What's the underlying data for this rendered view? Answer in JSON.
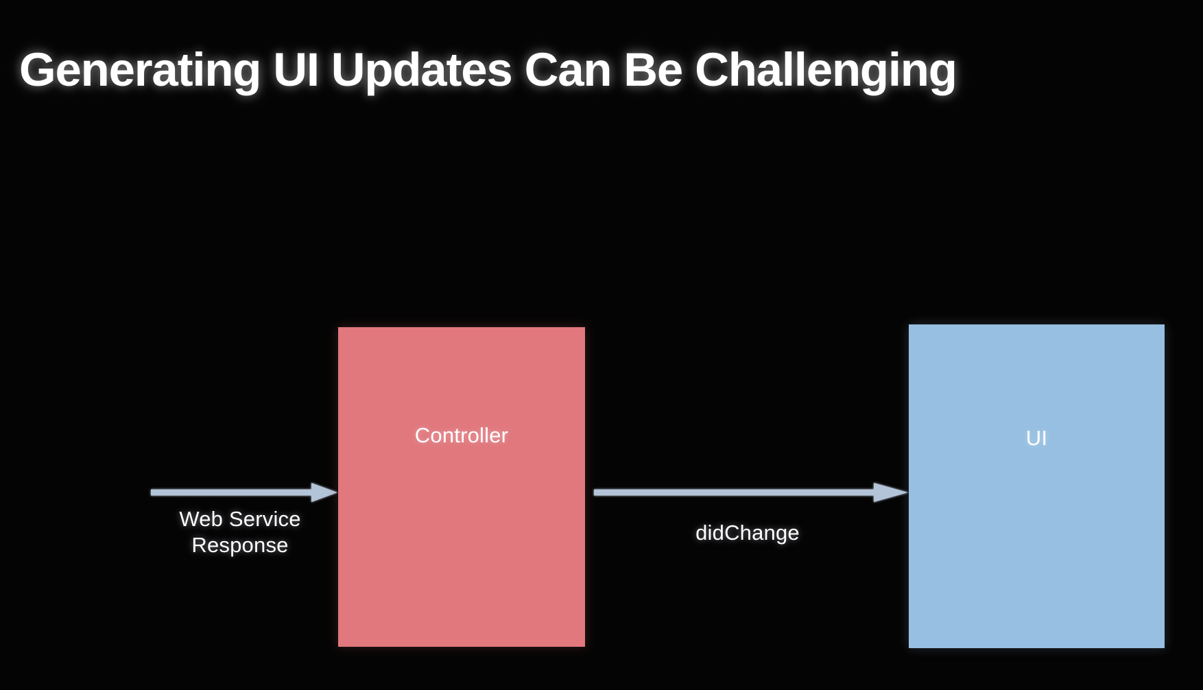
{
  "slide": {
    "title": "Generating UI Updates Can Be Challenging",
    "background_color": "#050404"
  },
  "diagram": {
    "nodes": [
      {
        "id": "controller",
        "label": "Controller",
        "color": "#e0787d",
        "text_color": "#ffffff"
      },
      {
        "id": "ui",
        "label": "UI",
        "color": "#96bfe1",
        "text_color": "#ffffff"
      }
    ],
    "arrows": [
      {
        "id": "web-service",
        "caption_line1": "Web Service",
        "caption_line2": "Response",
        "direction": "right",
        "color": "#b4c4d8",
        "target": "controller"
      },
      {
        "id": "didchange",
        "caption_line1": "didChange",
        "caption_line2": "",
        "direction": "right",
        "color": "#b4c4d8",
        "source": "controller",
        "target": "ui"
      }
    ]
  }
}
